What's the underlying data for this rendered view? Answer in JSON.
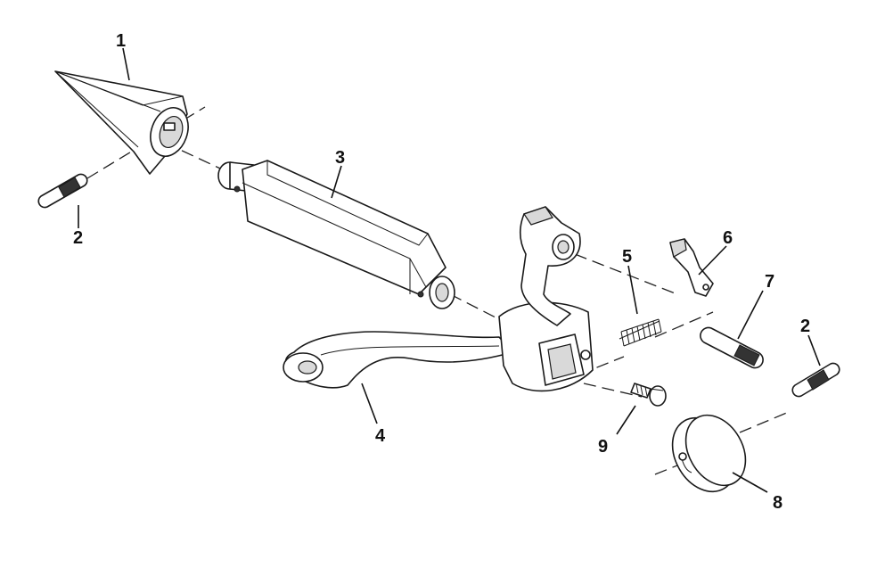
{
  "callouts": {
    "c1": "1",
    "c2a": "2",
    "c2b": "2",
    "c3": "3",
    "c4": "4",
    "c5": "5",
    "c6": "6",
    "c7": "7",
    "c8": "8",
    "c9": "9"
  },
  "colors": {
    "line": "#1a1a1a",
    "shade": "#d9d9d9",
    "background": "#ffffff"
  }
}
